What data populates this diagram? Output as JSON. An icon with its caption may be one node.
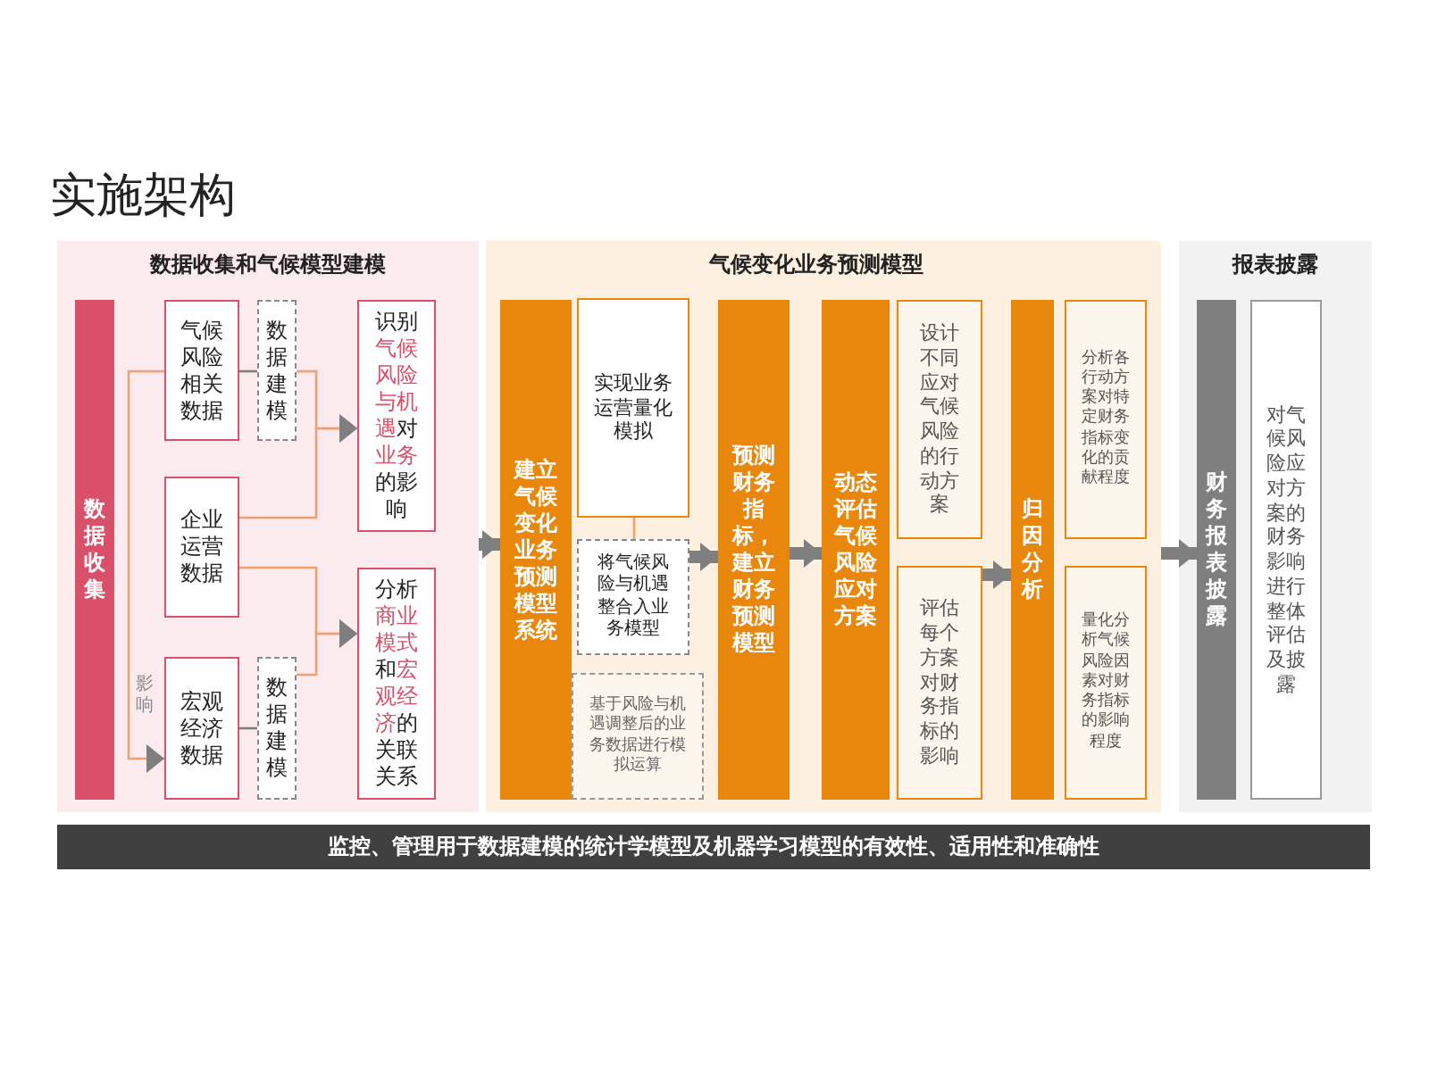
{
  "diagram": {
    "title": "实施架构",
    "nodes": [
      {
        "text": [
          "数据收集和气候模型建模"
        ]
      },
      {
        "text": [
          "数据收集"
        ],
        "in": 0
      },
      {
        "text": [
          "气候风险相关数据"
        ],
        "in": 0
      },
      {
        "text": [
          "数据建模"
        ],
        "in": 0
      },
      {
        "text": [
          "识别**气候风险与机遇**对**业务**的影响"
        ],
        "in": 0
      },
      {
        "text": [
          "企业运营数据"
        ],
        "in": 0
      },
      {
        "text": [
          "宏观经济数据"
        ],
        "in": 0
      },
      {
        "text": [
          "数据建模"
        ],
        "in": 0
      },
      {
        "text": [
          "分析**商业模式**和**宏观经济**的关联关系"
        ],
        "in": 0
      },
      {
        "text": [
          "气候变化业务预测模型"
        ]
      },
      {
        "text": [
          "建立气候变化业务预测模型系统"
        ],
        "in": 9
      },
      {
        "text": [
          "实现业务运营量化模拟"
        ],
        "in": 9
      },
      {
        "text": [
          "将气候风险与机遇整合入业务模型"
        ],
        "in": 9
      },
      {
        "text": [
          "基于风险与机遇调整后的业务数据进行模拟运算"
        ],
        "in": 9
      },
      {
        "text": [
          "预测财务指标，建立财务预测模型"
        ],
        "in": 9
      },
      {
        "text": [
          "动态评估气候风险应对方案"
        ],
        "in": 9
      },
      {
        "text": [
          "设计不同应对气候风险的行动方案"
        ],
        "in": 9
      },
      {
        "text": [
          "评估每个方案对财务指标的影响"
        ],
        "in": 9
      },
      {
        "text": [
          "归因分析"
        ],
        "in": 9
      },
      {
        "text": [
          "分析各行动方案对特定财务指标变化的贡献程度"
        ],
        "in": 9
      },
      {
        "text": [
          "量化分析气候风险因素对财务指标的影响程度"
        ],
        "in": 9
      },
      {
        "text": [
          "报表披露"
        ]
      },
      {
        "text": [
          "财务报表披露"
        ],
        "in": 21
      },
      {
        "text": [
          "对气候风险应对方案的财务影响进行整体评估及披露"
        ],
        "in": 21
      },
      {
        "text": [
          "监控、管理用于数据建模的统计学模型及机器学习模型的有效性、适用性和准确性"
        ]
      }
    ],
    "edges": [
      {
        "from": 2,
        "to": 3,
        "arrow": "none"
      },
      {
        "from": 6,
        "to": 7,
        "arrow": "none"
      },
      {
        "from": 2,
        "to": 6,
        "arrow": "to",
        "label": "影响",
        "color": "#f0a070"
      },
      {
        "from": 3,
        "to": 4,
        "arrow": "to",
        "color": "#f0a070"
      },
      {
        "from": 5,
        "to": 4,
        "arrow": "to",
        "color": "#f0a070"
      },
      {
        "from": 5,
        "to": 8,
        "arrow": "to",
        "color": "#f0a070"
      },
      {
        "from": 7,
        "to": 8,
        "arrow": "to",
        "color": "#f0a070"
      },
      {
        "from": 0,
        "to": 10,
        "arrow": "to",
        "style": "thick"
      },
      {
        "from": 11,
        "to": 12,
        "arrow": "none",
        "color": "#f0a070"
      },
      {
        "from": 12,
        "to": 14,
        "arrow": "to",
        "style": "thick"
      },
      {
        "from": 14,
        "to": 15,
        "arrow": "to",
        "style": "thick"
      },
      {
        "from": 17,
        "to": 18,
        "arrow": "to",
        "style": "thick"
      },
      {
        "from": 9,
        "to": 22,
        "arrow": "to",
        "style": "thick"
      }
    ]
  }
}
